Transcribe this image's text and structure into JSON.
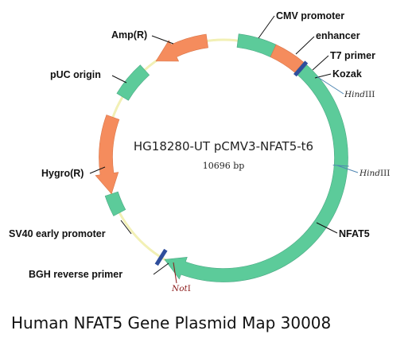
{
  "plasmid": {
    "name": "HG18280-UT pCMV3-NFAT5-t6",
    "size": "10696 bp"
  },
  "caption": "Human NFAT5 Gene Plasmid Map 30008",
  "colors": {
    "backbone": "#f2f0b5",
    "teal": "#5ccb9a",
    "orange": "#f58c5d",
    "primer": "#2f4e9c",
    "site_line": "#4f86b2",
    "site_text": "#2a2a2a",
    "site_text_red": "#8b1a1a"
  },
  "labels": {
    "cmv": "CMV promoter",
    "enhancer": "enhancer",
    "t7": "T7 primer",
    "kozak": "Kozak",
    "hind1": "HindIII",
    "hind2": "HindIII",
    "nfat5": "NFAT5",
    "bgh": "BGH reverse primer",
    "not1": "NotI",
    "sv40": "SV40 early promoter",
    "hygro": "Hygro(R)",
    "puc": "pUC origin",
    "amp": "Amp(R)"
  },
  "sites": {
    "hind_italic": "Hind",
    "hind_rest": "III",
    "not_italic": "Not",
    "not_rest": "I"
  }
}
